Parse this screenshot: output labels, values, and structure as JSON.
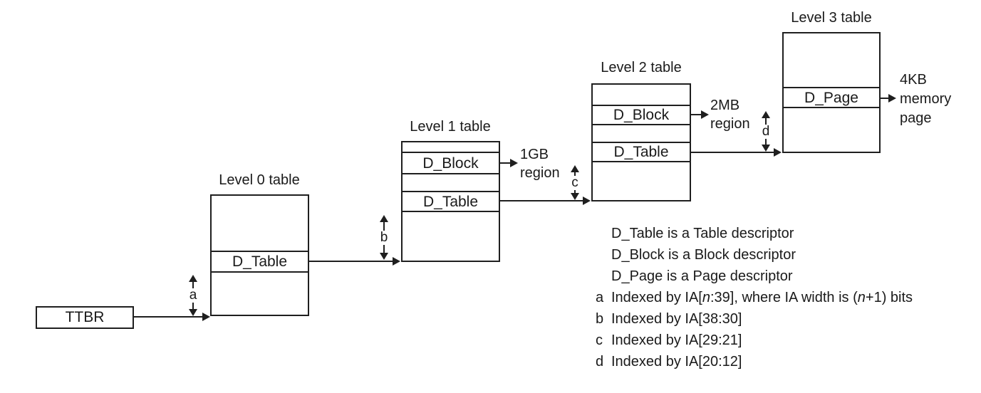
{
  "ttbr": {
    "label": "TTBR"
  },
  "tables": [
    {
      "title": "Level 0 table",
      "rows": {
        "d_table": "D_Table"
      },
      "index_letter": "a"
    },
    {
      "title": "Level 1 table",
      "rows": {
        "d_block": "D_Block",
        "d_table": "D_Table"
      },
      "index_letter": "b",
      "block_region": [
        "1GB",
        "region"
      ]
    },
    {
      "title": "Level 2 table",
      "rows": {
        "d_block": "D_Block",
        "d_table": "D_Table"
      },
      "index_letter": "c",
      "block_region": [
        "2MB",
        "region"
      ]
    },
    {
      "title": "Level 3 table",
      "rows": {
        "d_page": "D_Page"
      },
      "index_letter": "d",
      "page_region": [
        "4KB",
        "memory",
        "page"
      ]
    }
  ],
  "legend": {
    "descriptors": [
      "D_Table is a Table descriptor",
      "D_Block is a Block descriptor",
      "D_Page is a Page descriptor"
    ],
    "indexed": [
      {
        "letter": "a",
        "segments": [
          {
            "t": "Indexed by IA["
          },
          {
            "t": "n",
            "i": true
          },
          {
            "t": ":39], where IA width is ("
          },
          {
            "t": "n",
            "i": true
          },
          {
            "t": "+1) bits"
          }
        ]
      },
      {
        "letter": "b",
        "segments": [
          {
            "t": "Indexed by IA[38:30]"
          }
        ]
      },
      {
        "letter": "c",
        "segments": [
          {
            "t": "Indexed by IA[29:21]"
          }
        ]
      },
      {
        "letter": "d",
        "segments": [
          {
            "t": "Indexed by IA[20:12]"
          }
        ]
      }
    ]
  },
  "colors": {
    "line": "#1f1f1f",
    "text": "#1a1a1a",
    "background": "#ffffff"
  }
}
